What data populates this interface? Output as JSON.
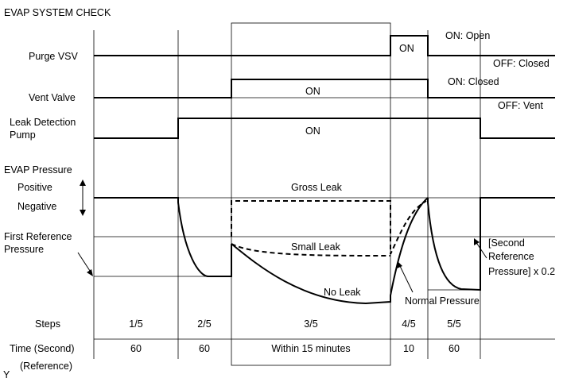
{
  "title": "EVAP SYSTEM CHECK",
  "signals": {
    "purge_vsv": {
      "label": "Purge VSV",
      "on_box": "ON",
      "on_state": "ON: Open",
      "off_state": "OFF: Closed"
    },
    "vent_valve": {
      "label": "Vent Valve",
      "on_text": "ON",
      "on_state": "ON: Closed",
      "off_state": "OFF: Vent"
    },
    "leak_pump": {
      "label_line1": "Leak Detection",
      "label_line2": "Pump",
      "on_text": "ON"
    },
    "evap_pressure": {
      "label": "EVAP Pressure",
      "positive": "Positive",
      "negative": "Negative",
      "first_ref_line1": "First Reference",
      "first_ref_line2": "Pressure",
      "second_ref_line1": "[Second",
      "second_ref_line2": "Reference",
      "second_ref_line3": "Pressure] x 0.2",
      "gross_leak": "Gross Leak",
      "small_leak": "Small Leak",
      "no_leak": "No Leak",
      "normal_pressure": "Normal Pressure"
    }
  },
  "table": {
    "steps_label": "Steps",
    "time_label": "Time (Second)",
    "reference_label": "(Reference)",
    "steps": [
      "1/5",
      "2/5",
      "3/5",
      "4/5",
      "5/5"
    ],
    "times": [
      "60",
      "60",
      "Within 15 minutes",
      "10",
      "60"
    ]
  },
  "corner_mark": "Y"
}
